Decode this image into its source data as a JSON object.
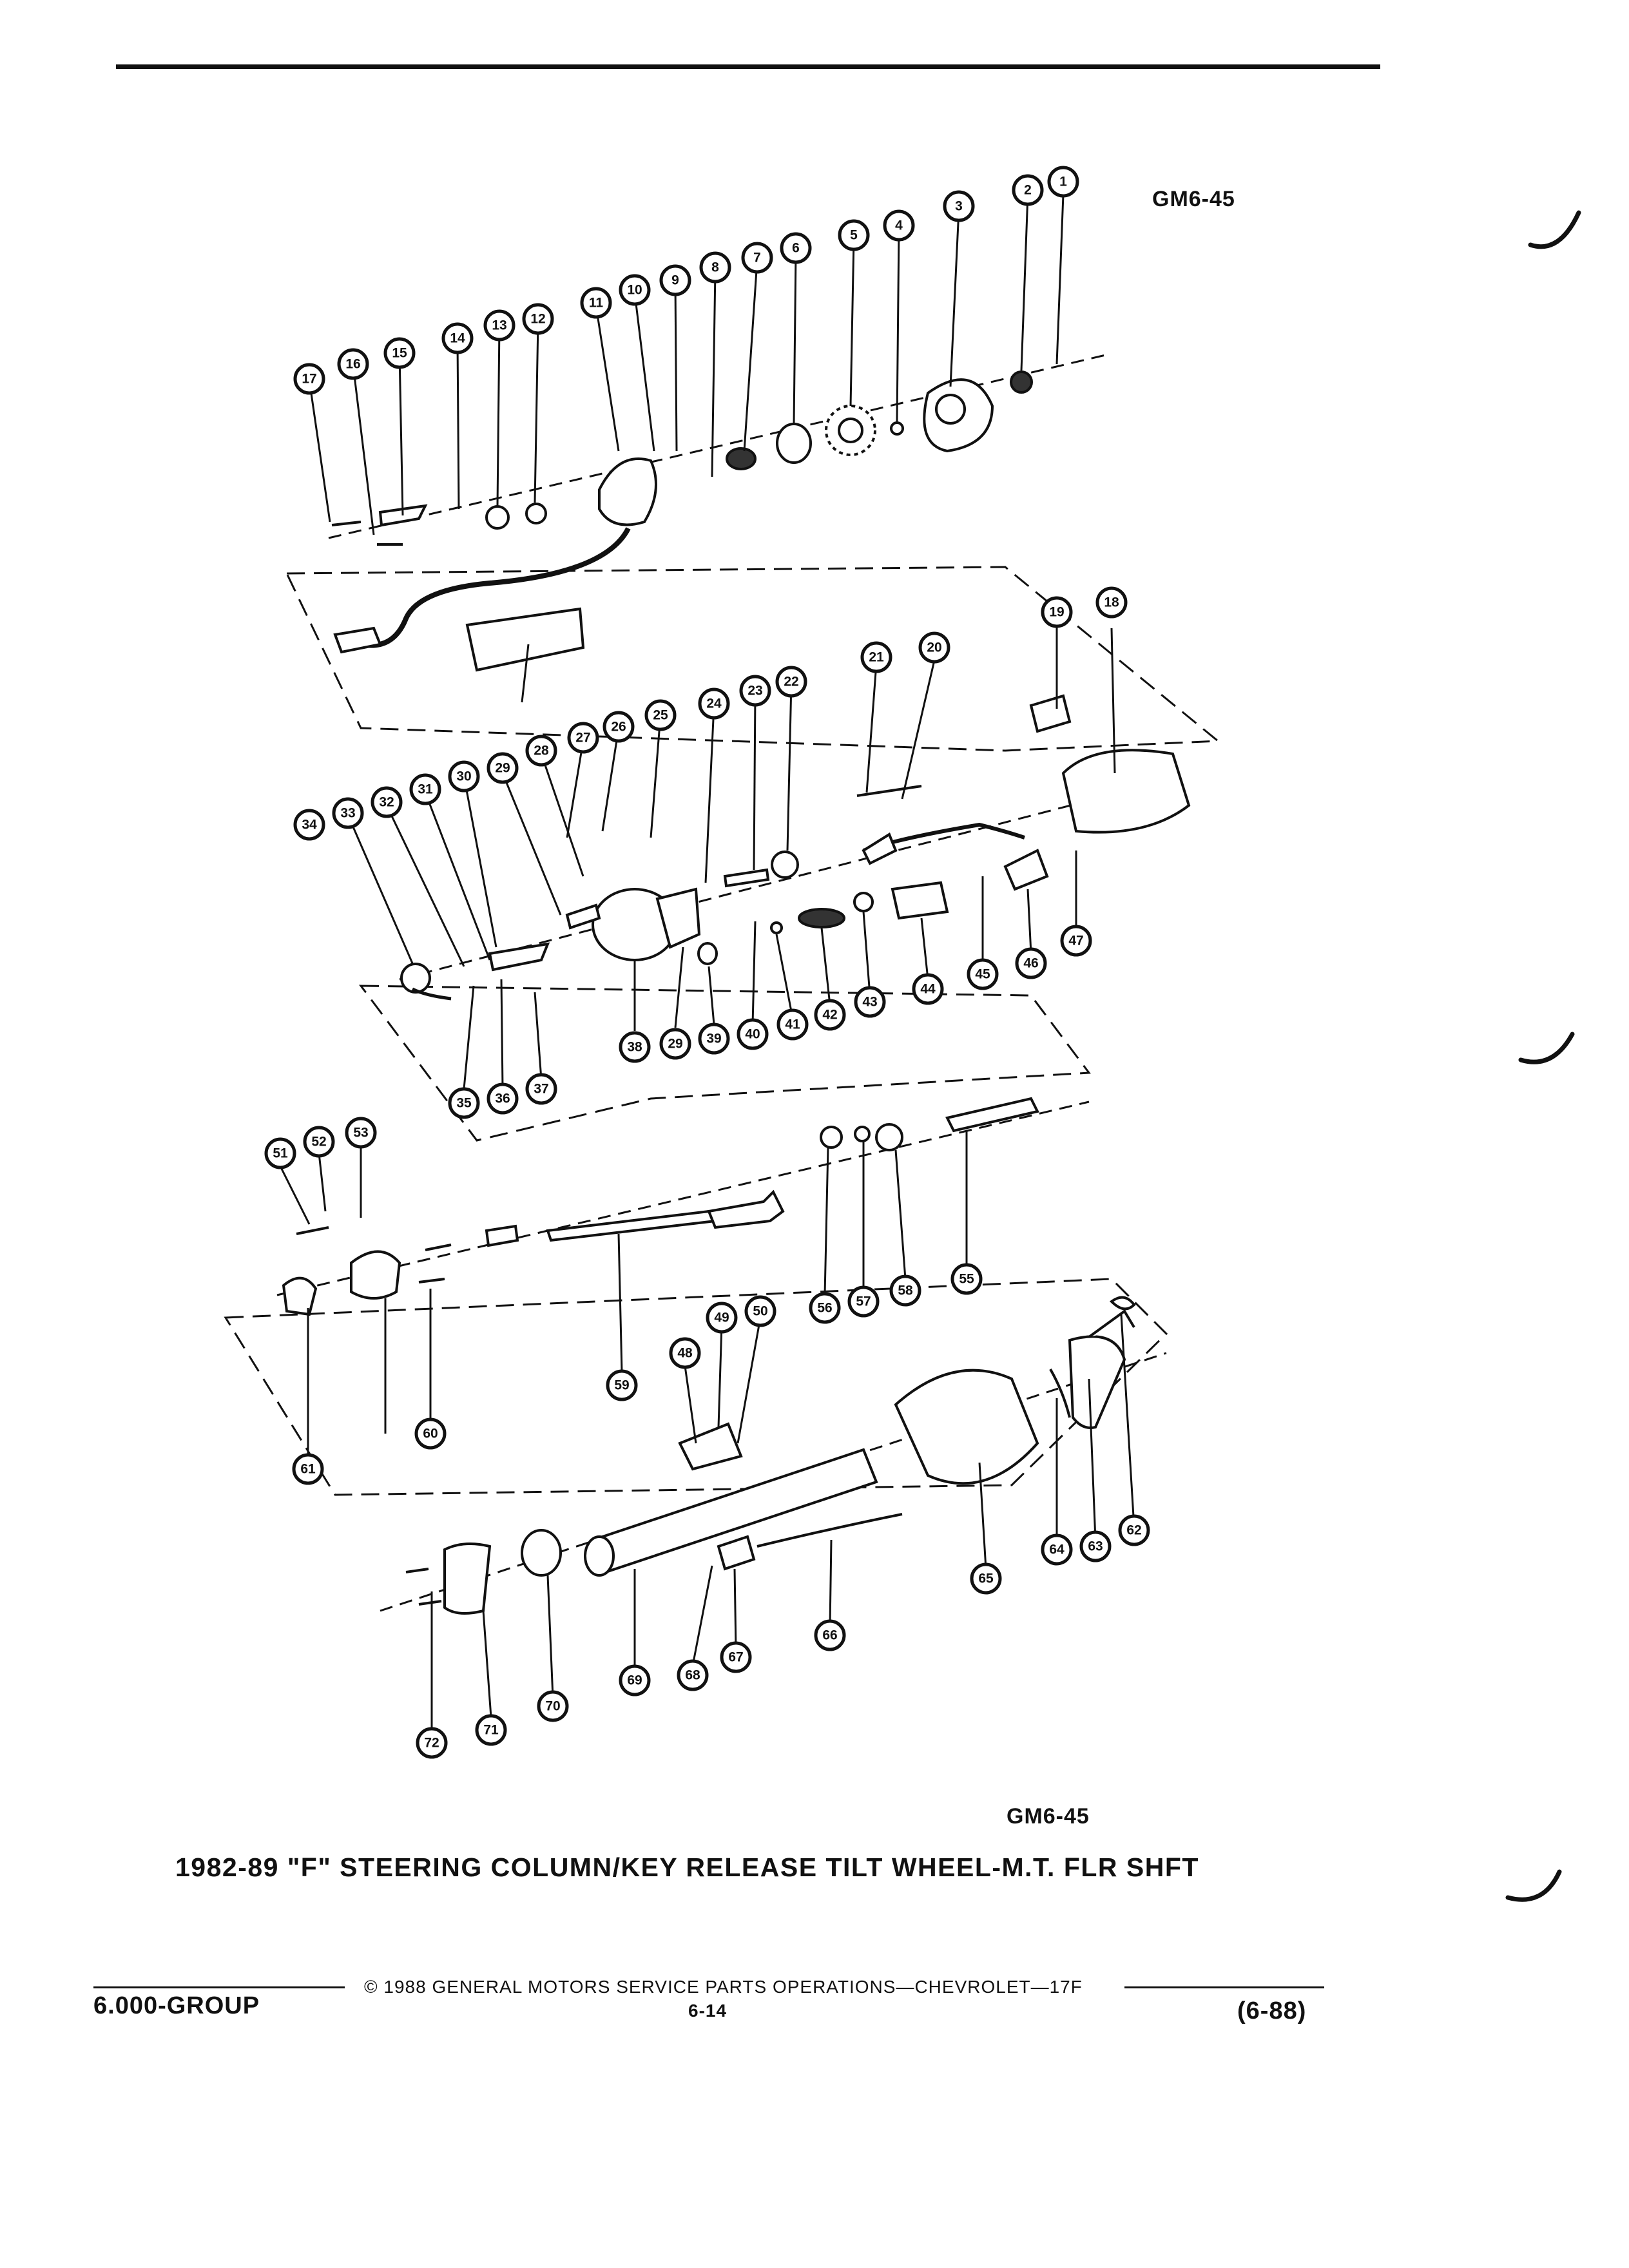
{
  "figure": {
    "code_top": "GM6-45",
    "code_bottom": "GM6-45",
    "caption": "1982-89 \"F\" STEERING COLUMN/KEY RELEASE TILT WHEEL-M.T. FLR SHFT",
    "callouts": [
      "1",
      "2",
      "3",
      "4",
      "5",
      "6",
      "7",
      "8",
      "9",
      "10",
      "11",
      "12",
      "13",
      "14",
      "15",
      "16",
      "17",
      "18",
      "19",
      "20",
      "21",
      "22",
      "23",
      "24",
      "25",
      "26",
      "27",
      "28",
      "29",
      "30",
      "31",
      "32",
      "33",
      "34",
      "35",
      "36",
      "37",
      "38",
      "29",
      "39",
      "40",
      "41",
      "42",
      "43",
      "44",
      "45",
      "46",
      "47",
      "51",
      "52",
      "53",
      "56",
      "57",
      "58",
      "55",
      "59",
      "60",
      "61",
      "48",
      "49",
      "50",
      "65",
      "64",
      "63",
      "62",
      "72",
      "71",
      "70",
      "69",
      "68",
      "67",
      "66"
    ]
  },
  "footer": {
    "copyright": "© 1988 GENERAL MOTORS SERVICE PARTS OPERATIONS—CHEVROLET—17F",
    "group": "6.000-GROUP",
    "page": "6-14",
    "date": "(6-88)"
  }
}
